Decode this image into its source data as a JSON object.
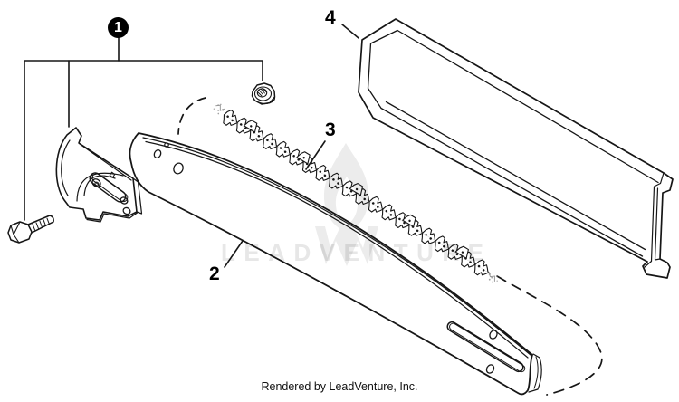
{
  "diagram": {
    "type": "exploded-parts-diagram",
    "callouts": [
      {
        "number": "1",
        "part": "bolt-side-plate-nut-group"
      },
      {
        "number": "2",
        "part": "guide-bar"
      },
      {
        "number": "3",
        "part": "saw-chain"
      },
      {
        "number": "4",
        "part": "bar-cover-scabbard"
      }
    ],
    "watermark": {
      "text": "LEADVENTURE",
      "logo": "flame-icon"
    },
    "credit": {
      "text": "Rendered by LeadVenture, Inc."
    }
  },
  "colors": {
    "background": "#ffffff",
    "line": "#161616",
    "watermark": "#e9e9e9",
    "badge_bg": "#000000",
    "badge_text": "#ffffff"
  }
}
